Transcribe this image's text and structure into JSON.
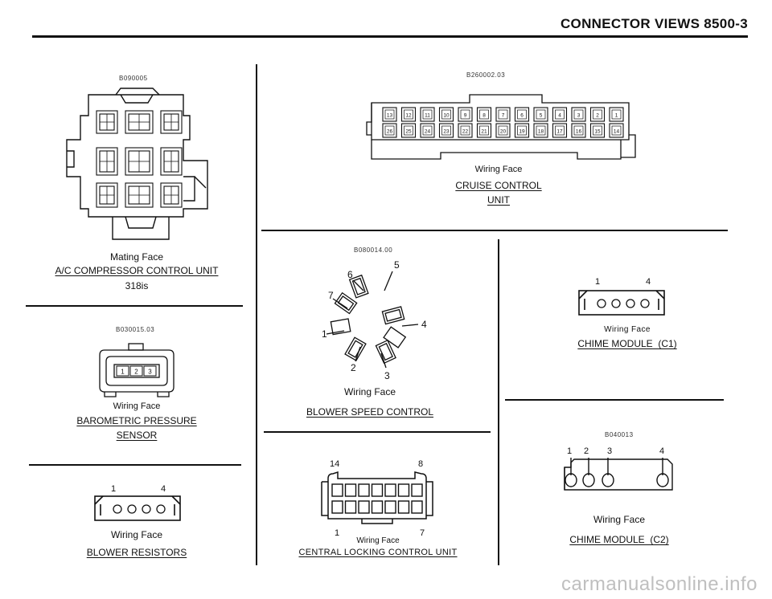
{
  "header": {
    "title": "CONNECTOR VIEWS   8500-3"
  },
  "ac_unit": {
    "code": "B090005",
    "face": "Mating Face",
    "title": "A/C COMPRESSOR CONTROL UNIT",
    "subtitle": "318is"
  },
  "barometric": {
    "code": "B030015.03",
    "face": "Wiring Face",
    "title_line1": "BAROMETRIC PRESSURE",
    "title_line2": "SENSOR",
    "pins": [
      "1",
      "2",
      "3"
    ]
  },
  "blower_resistors": {
    "pin_left": "1",
    "pin_right": "4",
    "face": "Wiring Face",
    "title": "BLOWER RESISTORS"
  },
  "cruise": {
    "code": "B260002.03",
    "face": "Wiring Face",
    "title_line1": "CRUISE CONTROL",
    "title_line2": "UNIT",
    "top_row": [
      "13",
      "12",
      "11",
      "10",
      "9",
      "8",
      "7",
      "6",
      "5",
      "4",
      "3",
      "2",
      "1"
    ],
    "bottom_row": [
      "26",
      "25",
      "24",
      "23",
      "22",
      "21",
      "20",
      "19",
      "18",
      "17",
      "16",
      "15",
      "14"
    ]
  },
  "blower_speed": {
    "code": "B080014.00",
    "face": "Wiring Face",
    "title": "BLOWER SPEED CONTROL",
    "pins": [
      "1",
      "2",
      "3",
      "4",
      "5",
      "6",
      "7"
    ]
  },
  "central_locking": {
    "pin_tl": "14",
    "pin_tr": "8",
    "pin_bl": "1",
    "pin_br": "7",
    "face": "Wiring Face",
    "title": "CENTRAL LOCKING CONTROL UNIT"
  },
  "chime_c1": {
    "pin_left": "1",
    "pin_right": "4",
    "face": "Wiring Face",
    "title": "CHIME MODULE  (C1)"
  },
  "chime_c2": {
    "code": "B040013",
    "pins": [
      "1",
      "2",
      "3",
      "4"
    ],
    "face": "Wiring Face",
    "title": "CHIME MODULE  (C2)"
  },
  "watermark": "carmanualsonline.info"
}
